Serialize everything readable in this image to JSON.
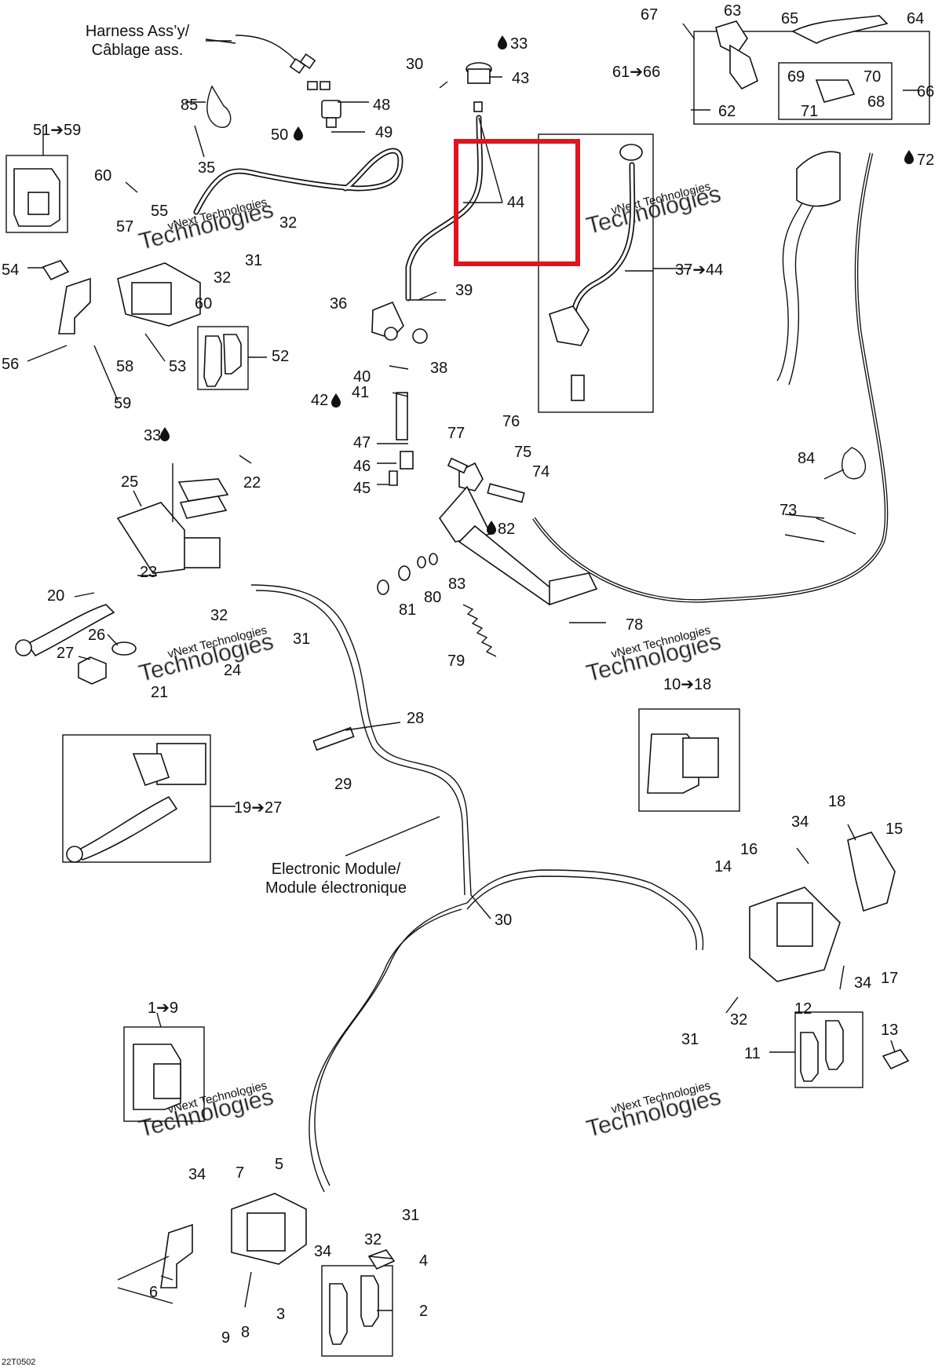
{
  "labels": {
    "harness": [
      "Harness Ass’y/",
      "Câblage ass."
    ],
    "electronic_module": [
      "Electronic Module/",
      "Module électronique"
    ],
    "drawing_code": "22T0502",
    "watermark": [
      "vNext Technologies",
      "Technologies"
    ]
  },
  "callouts": {
    "c1_9": "1➔9",
    "c2": "2",
    "c3": "3",
    "c4": "4",
    "c5": "5",
    "c6": "6",
    "c7": "7",
    "c8": "8",
    "c9": "9",
    "c10_18": "10➔18",
    "c11": "11",
    "c12": "12",
    "c13": "13",
    "c14": "14",
    "c15": "15",
    "c16": "16",
    "c17": "17",
    "c18": "18",
    "c19_27": "19➔27",
    "c20": "20",
    "c21": "21",
    "c22": "22",
    "c23": "23",
    "c24": "24",
    "c25": "25",
    "c26": "26",
    "c27": "27",
    "c28": "28",
    "c29": "29",
    "c30": "30",
    "c31": "31",
    "c32": "32",
    "c33": "33",
    "c34": "34",
    "c35": "35",
    "c36": "36",
    "c37_44": "37➔44",
    "c38": "38",
    "c39": "39",
    "c40": "40",
    "c41": "41",
    "c42": "42",
    "c43": "43",
    "c44": "44",
    "c45": "45",
    "c46": "46",
    "c47": "47",
    "c48": "48",
    "c49": "49",
    "c50": "50",
    "c51_59": "51➔59",
    "c52": "52",
    "c53": "53",
    "c54": "54",
    "c55": "55",
    "c56": "56",
    "c57": "57",
    "c58": "58",
    "c59": "59",
    "c60": "60",
    "c61_66": "61➔66",
    "c62": "62",
    "c63": "63",
    "c64": "64",
    "c65": "65",
    "c66": "66",
    "c67": "67",
    "c68": "68",
    "c69": "69",
    "c70": "70",
    "c71": "71",
    "c72": "72",
    "c73": "73",
    "c74": "74",
    "c75": "75",
    "c76": "76",
    "c77": "77",
    "c78": "78",
    "c79": "79",
    "c80": "80",
    "c81": "81",
    "c82": "82",
    "c83": "83",
    "c84": "84",
    "c85": "85"
  },
  "highlight": {
    "color": "#e0141e",
    "target_callout": "44"
  },
  "icons": {
    "fluid_drop": "fluid-drop-icon",
    "arrow": "right-arrow-icon"
  }
}
